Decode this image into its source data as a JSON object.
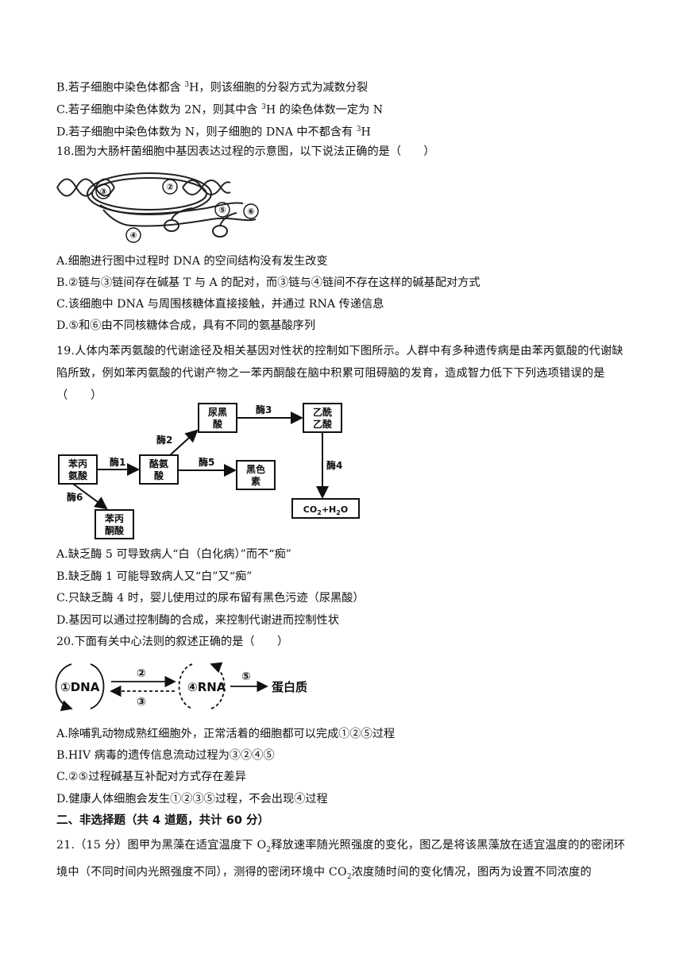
{
  "q17": {
    "optB": {
      "pre": "B.若子细胞中染色体都含 ",
      "sup": "3",
      "post": "H，则该细胞的分裂方式为减数分裂"
    },
    "optC": {
      "pre": "C.若子细胞中染色体数为 2N，则其中含 ",
      "sup": "3",
      "post": "H 的染色体数一定为 N"
    },
    "optD": {
      "pre": "D.若子细胞中染色体数为 N，则子细胞的 DNA 中不都含有 ",
      "sup": "3",
      "post": "H"
    }
  },
  "q18": {
    "stem": "18.图为大肠杆菌细胞中基因表达过程的示意图，以下说法正确的是（　　）",
    "labels": [
      "③",
      "②",
      "⑤",
      "⑥",
      "④"
    ],
    "options": [
      "A.细胞进行图中过程时 DNA 的空间结构没有发生改变",
      "B.②链与③链间存在碱基 T 与 A 的配对，而③链与④链间不存在这样的碱基配对方式",
      "C.该细胞中 DNA 与周围核糖体直接接触，并通过 RNA 传递信息",
      "D.⑤和⑥由不同核糖体合成，具有不同的氨基酸序列"
    ]
  },
  "q19": {
    "stem": "19.人体内苯丙氨酸的代谢途径及相关基因对性状的控制如下图所示。人群中有多种遗传病是由苯丙氨酸的代谢缺陷所致，例如苯丙氨酸的代谢产物之一苯丙酮酸在脑中积累可阻碍脑的发育，造成智力低下下列选项错误的是（　　）",
    "diagram": {
      "phe": [
        "苯丙",
        "氨酸"
      ],
      "tyr": [
        "酪氨",
        "酸"
      ],
      "hga": [
        "尿黑",
        "酸"
      ],
      "aaa": [
        "乙酰",
        "乙酸"
      ],
      "mel": [
        "黑色",
        "素"
      ],
      "ppa": [
        "苯丙",
        "酮酸"
      ],
      "co2": {
        "a": "CO",
        "b": "2",
        "c": "+H",
        "d": "2",
        "e": "O"
      },
      "enz": [
        "酶1",
        "酶2",
        "酶3",
        "酶4",
        "酶5",
        "酶6"
      ]
    },
    "options": [
      "A.缺乏酶 5 可导致病人“白（白化病）”而不“痴”",
      "B.缺乏酶 1 可能导致病人又“白”又“痴”",
      "C.只缺乏酶 4 时，婴儿使用过的尿布留有黑色污迹（尿黑酸）",
      "D.基因可以通过控制酶的合成，来控制代谢进而控制性状"
    ]
  },
  "q20": {
    "stem": "20.下面有关中心法则的叙述正确的是（　　）",
    "diagram": {
      "dna": "①DNA",
      "rna": "④RNA",
      "protein": "蛋白质",
      "n2": "②",
      "n3": "③",
      "n5": "⑤"
    },
    "options": [
      "A.除哺乳动物成熟红细胞外，正常活着的细胞都可以完成①②⑤过程",
      "B.HIV 病毒的遗传信息流动过程为③②④⑤",
      "C.②⑤过程碱基互补配对方式存在差异",
      "D.健康人体细胞会发生①②③⑤过程，不会出现④过程"
    ]
  },
  "section2": {
    "heading": "二、非选择题（共 4 道题，共计 60 分）"
  },
  "q21": {
    "p1": "21.（15 分）图甲为黑藻在适宜温度下 O",
    "s1": "2",
    "p2": "释放速率随光照强度的变化，图乙是将该黑藻放在适宜温度的的密闭环境中（不同时间内光照强度不同），测得的密闭环境中 CO",
    "s2": "2",
    "p3": "浓度随时间的变化情况，图丙为设置不同浓度的"
  }
}
